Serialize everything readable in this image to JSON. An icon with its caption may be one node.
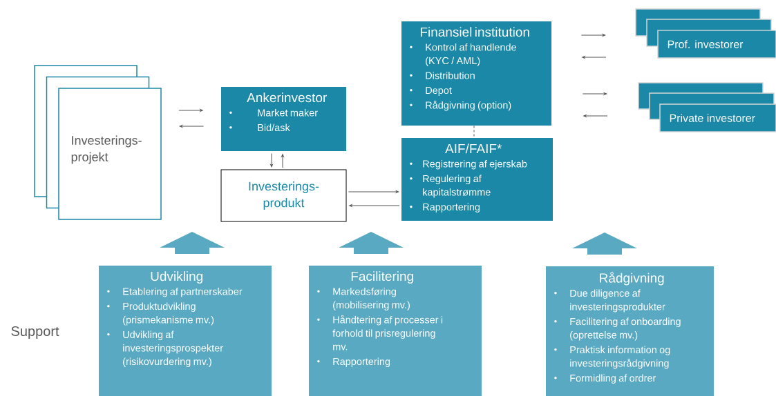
{
  "diagram": {
    "nodes": [
      {
        "text": [
          "Investerings- projekt"
        ]
      },
      {
        "text": [
          "Ankerinvestor",
          "Market maker",
          "Bid/ask"
        ]
      },
      {
        "text": [
          "Investerings- produkt"
        ]
      },
      {
        "text": [
          "Finansiel institution",
          "Kontrol af handlende (KYC / AML)",
          "Distribution",
          "Depot",
          "Rådgivning (option)"
        ]
      },
      {
        "text": [
          "AIF/FAIF*",
          "Registrering af ejerskab",
          "Regulering af kapitalstrømme",
          "Rapportering"
        ]
      },
      {
        "text": [
          "Prof. investorer"
        ]
      },
      {
        "text": [
          "Private investorer"
        ]
      },
      {
        "text": [
          "Udvikling",
          "Etablering af partnerskaber",
          "Produktudvikling (prismekanisme mv.)",
          "Udvikling af investeringsprospekter (risikovurdering mv.)"
        ]
      },
      {
        "text": [
          "Facilitering",
          "Markedsføring (mobilisering mv.)",
          "Håndtering af processer i forhold til prisregulering mv.",
          "Rapportering"
        ]
      },
      {
        "text": [
          "Rådgivning",
          "Due diligence af investeringsprodukter",
          "Facilitering af onboarding (oprettelse mv.)",
          "Praktisk information og investeringsrådgivning",
          "Formidling af ordrer"
        ]
      }
    ],
    "edges": [
      {
        "from": 0,
        "to": 1,
        "arrow": "to"
      },
      {
        "from": 1,
        "to": 0,
        "arrow": "to"
      },
      {
        "from": 1,
        "to": 2,
        "arrow": "to"
      },
      {
        "from": 2,
        "to": 1,
        "arrow": "to"
      },
      {
        "from": 2,
        "to": 4,
        "arrow": "to"
      },
      {
        "from": 4,
        "to": 2,
        "arrow": "to"
      },
      {
        "from": 3,
        "to": 4,
        "arrow": "none",
        "style": "dashed"
      },
      {
        "from": 3,
        "to": 5,
        "arrow": "to"
      },
      {
        "from": 5,
        "to": 3,
        "arrow": "to"
      },
      {
        "from": 3,
        "to": 6,
        "arrow": "to"
      },
      {
        "from": 6,
        "to": 3,
        "arrow": "to"
      },
      {
        "from": 7,
        "to": null,
        "arrow": "to",
        "style": "thick"
      },
      {
        "from": 8,
        "to": null,
        "arrow": "to",
        "style": "thick"
      },
      {
        "from": 9,
        "to": null,
        "arrow": "to",
        "style": "thick"
      }
    ],
    "labels": [
      "Support"
    ]
  }
}
